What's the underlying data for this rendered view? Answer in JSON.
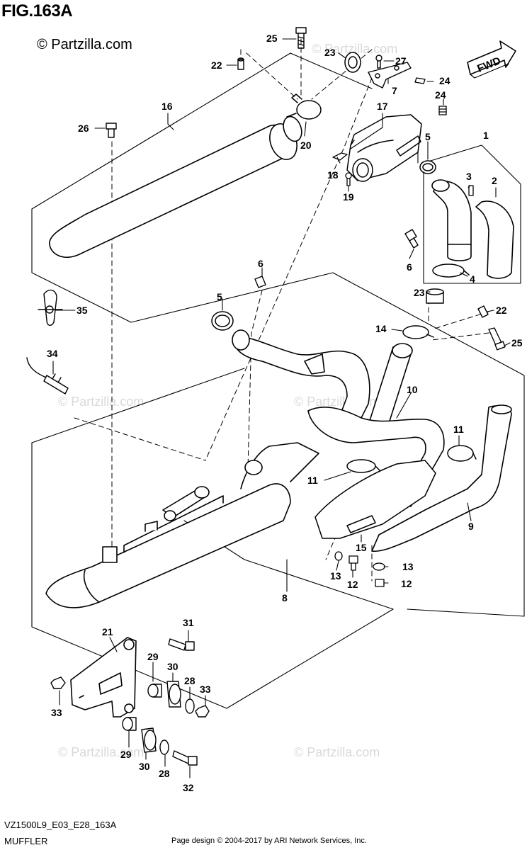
{
  "figure": {
    "title": "FIG.163A",
    "copyright": "© Partzilla.com",
    "watermark": "© Partzilla.com",
    "fwd_label": "FWD",
    "model_code": "VZ1500L9_E03_E28_163A",
    "caption": "MUFFLER",
    "credit": "Page design © 2004-2017 by ARI Network Services, Inc."
  },
  "callouts": [
    {
      "key": "c25a",
      "label": "25"
    },
    {
      "key": "c22a",
      "label": "22"
    },
    {
      "key": "c23a",
      "label": "23"
    },
    {
      "key": "c27",
      "label": "27"
    },
    {
      "key": "c7",
      "label": "7"
    },
    {
      "key": "c24a",
      "label": "24"
    },
    {
      "key": "c24b",
      "label": "24"
    },
    {
      "key": "c16",
      "label": "16"
    },
    {
      "key": "c17",
      "label": "17"
    },
    {
      "key": "c26",
      "label": "26"
    },
    {
      "key": "c20",
      "label": "20"
    },
    {
      "key": "c1",
      "label": "1"
    },
    {
      "key": "c5a",
      "label": "5"
    },
    {
      "key": "c18",
      "label": "18"
    },
    {
      "key": "c3",
      "label": "3"
    },
    {
      "key": "c2",
      "label": "2"
    },
    {
      "key": "c19",
      "label": "19"
    },
    {
      "key": "c6a",
      "label": "6"
    },
    {
      "key": "c6b",
      "label": "6"
    },
    {
      "key": "c4",
      "label": "4"
    },
    {
      "key": "c23b",
      "label": "23"
    },
    {
      "key": "c5b",
      "label": "5"
    },
    {
      "key": "c35",
      "label": "35"
    },
    {
      "key": "c22b",
      "label": "22"
    },
    {
      "key": "c14",
      "label": "14"
    },
    {
      "key": "c25b",
      "label": "25"
    },
    {
      "key": "c34",
      "label": "34"
    },
    {
      "key": "c10",
      "label": "10"
    },
    {
      "key": "c11a",
      "label": "11"
    },
    {
      "key": "c11b",
      "label": "11"
    },
    {
      "key": "c9",
      "label": "9"
    },
    {
      "key": "c15",
      "label": "15"
    },
    {
      "key": "c13a",
      "label": "13"
    },
    {
      "key": "c13b",
      "label": "13"
    },
    {
      "key": "c12a",
      "label": "12"
    },
    {
      "key": "c12b",
      "label": "12"
    },
    {
      "key": "c8",
      "label": "8"
    },
    {
      "key": "c31",
      "label": "31"
    },
    {
      "key": "c21",
      "label": "21"
    },
    {
      "key": "c29a",
      "label": "29"
    },
    {
      "key": "c30a",
      "label": "30"
    },
    {
      "key": "c28a",
      "label": "28"
    },
    {
      "key": "c33a",
      "label": "33"
    },
    {
      "key": "c33b",
      "label": "33"
    },
    {
      "key": "c29b",
      "label": "29"
    },
    {
      "key": "c30b",
      "label": "30"
    },
    {
      "key": "c28b",
      "label": "28"
    },
    {
      "key": "c32",
      "label": "32"
    }
  ]
}
